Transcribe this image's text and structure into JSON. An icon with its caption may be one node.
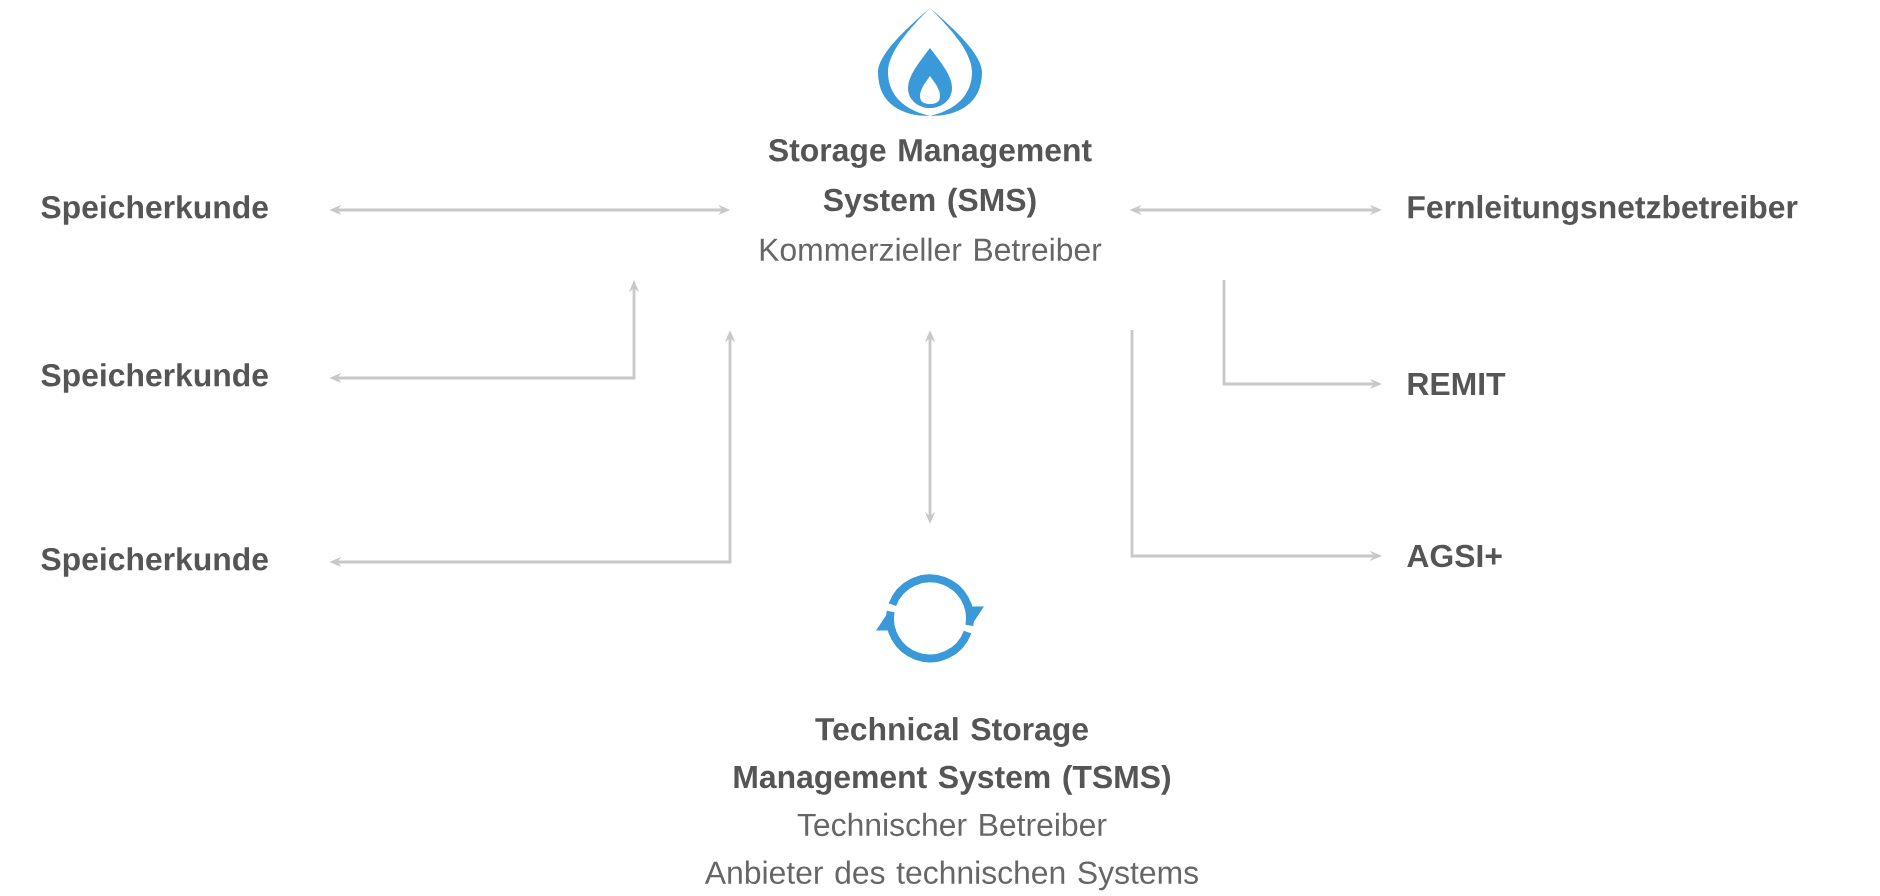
{
  "diagram": {
    "nodes": [
      {
        "text": [
          "Storage Management System (SMS)",
          "Kommerzieller Betreiber"
        ]
      },
      {
        "text": [
          "Speicherkunde"
        ]
      },
      {
        "text": [
          "Fernleitungsnetzbetreiber"
        ]
      },
      {
        "text": [
          "Speicherkunde"
        ]
      },
      {
        "text": [
          "REMIT"
        ]
      },
      {
        "text": [
          "Speicherkunde"
        ]
      },
      {
        "text": [
          "AGSI+"
        ]
      },
      {
        "text": [
          "Technical Storage Management System (TSMS)",
          "Technischer Betreiber",
          "Anbieter des technischen Systems"
        ]
      }
    ],
    "edges": [
      {
        "from": 1,
        "to": 0,
        "arrow": "both"
      },
      {
        "from": 3,
        "to": 0,
        "arrow": "both"
      },
      {
        "from": 5,
        "to": 0,
        "arrow": "both"
      },
      {
        "from": 0,
        "to": 2,
        "arrow": "both"
      },
      {
        "from": 0,
        "to": 4,
        "arrow": "to"
      },
      {
        "from": 0,
        "to": 6,
        "arrow": "to"
      },
      {
        "from": 0,
        "to": 7,
        "arrow": "both"
      }
    ]
  }
}
